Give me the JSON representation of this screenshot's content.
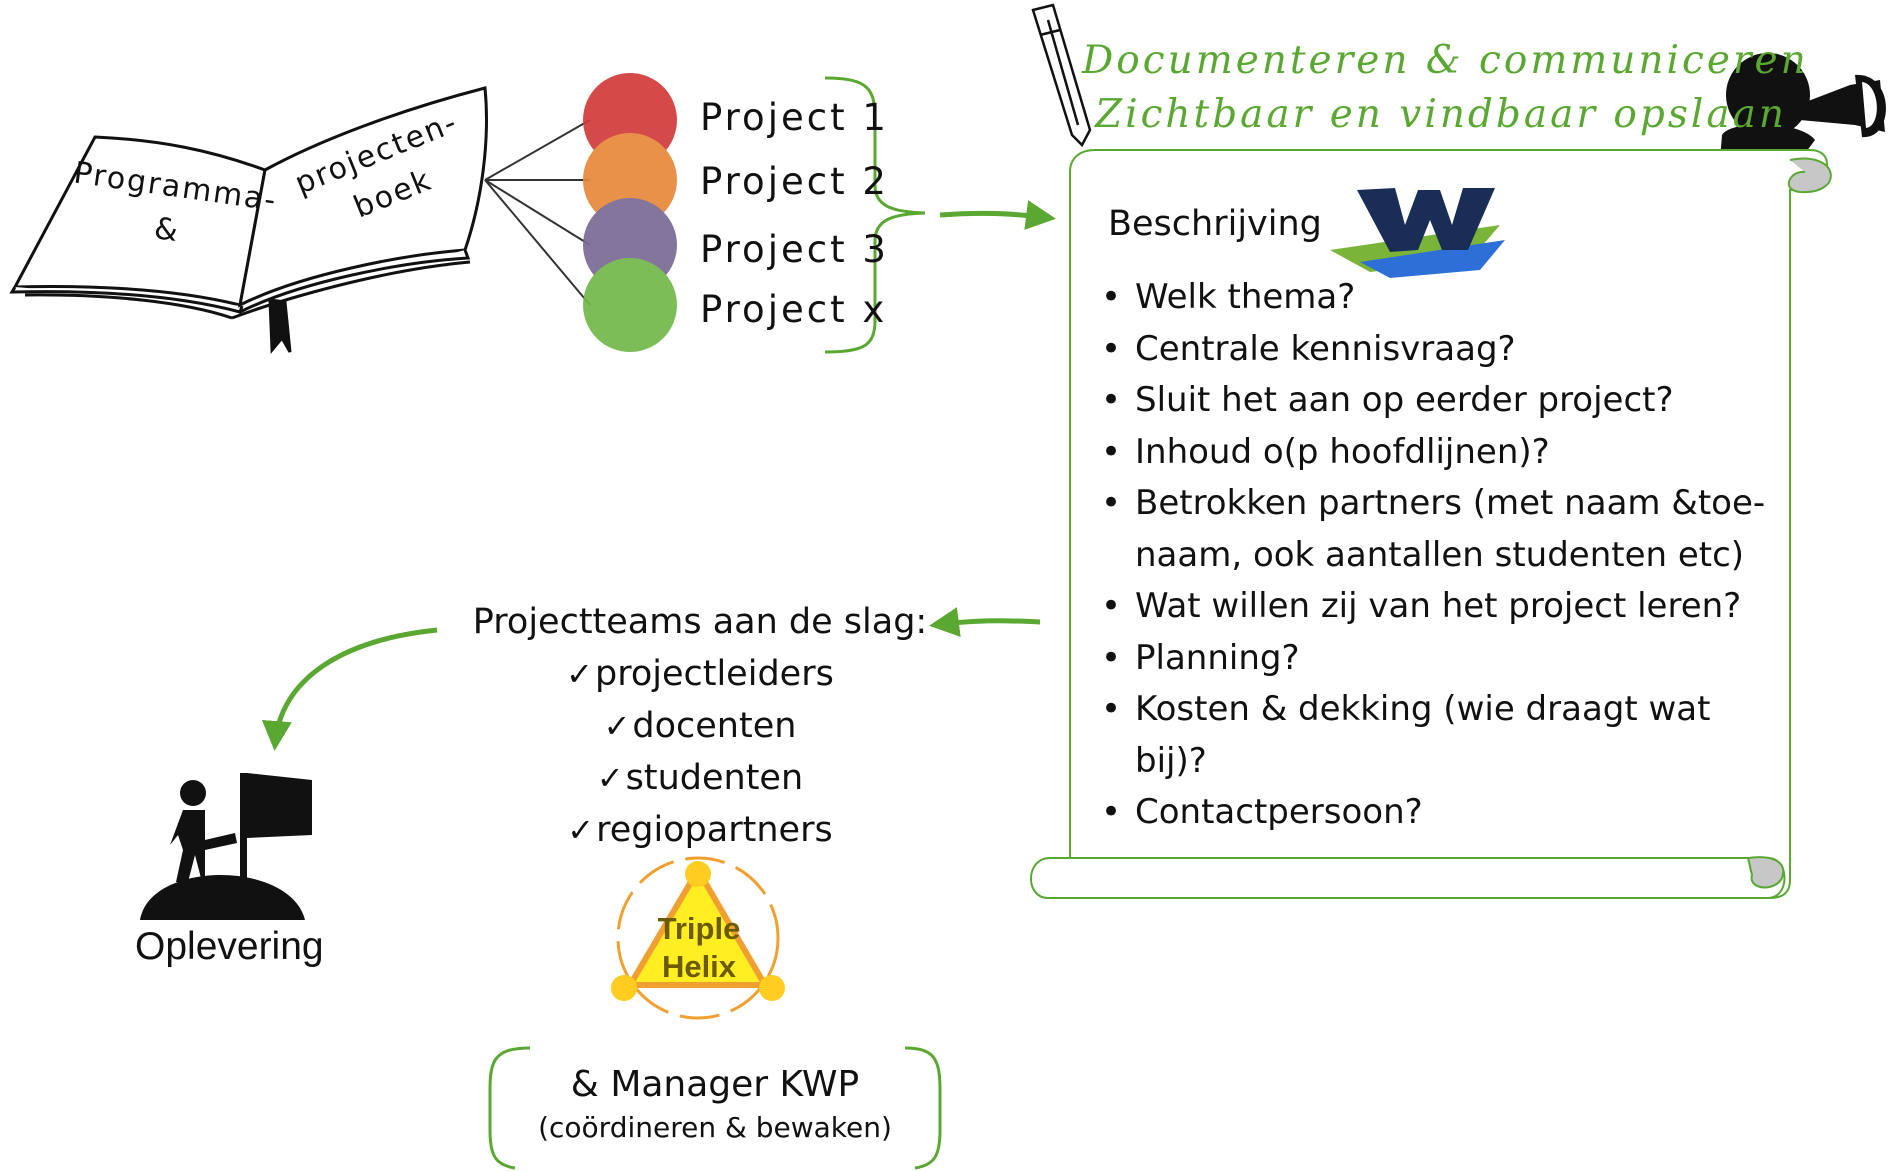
{
  "book": {
    "left_page": "Programma-\n&",
    "right_page": "projecten-\nboek"
  },
  "projects": [
    {
      "label": "Project  1",
      "color": "#d13a3a"
    },
    {
      "label": "Project  2",
      "color": "#e8873a"
    },
    {
      "label": "Project  3",
      "color": "#7a6a95"
    },
    {
      "label": "Project  x",
      "color": "#72b84a"
    }
  ],
  "documenteren": {
    "line1": "Documenteren  &  communiceren",
    "line2": "Zichtbaar  en  vindbaar  opslaan"
  },
  "scroll": {
    "heading": "Beschrijving",
    "items": [
      "Welk thema?",
      "Centrale kennisvraag?",
      "Sluit het aan op eerder project?",
      "Inhoud o(p hoofdlijnen)?",
      "Betrokken partners (met naam &toe-naam, ook aantallen studenten etc)",
      "Wat willen zij van het project leren?",
      "Planning?",
      "Kosten & dekking (wie draagt wat bij)?",
      "Contactpersoon?"
    ]
  },
  "teams": {
    "title": "Projectteams aan de slag:",
    "members": [
      "projectleiders",
      "docenten",
      "studenten",
      "regiopartners"
    ]
  },
  "helix": {
    "line1": "Triple",
    "line2": "Helix"
  },
  "manager": {
    "main": "& Manager KWP",
    "sub": "(coördineren & bewaken)"
  },
  "oplevering": "Oplevering",
  "colors": {
    "accent_green": "#5aa832",
    "helix_yellow": "#ffee22",
    "helix_orange": "#f0a030"
  },
  "icons": [
    "pencil-icon",
    "megaphone-person-icon",
    "logo-w-icon",
    "flag-person-icon",
    "check-icon"
  ]
}
